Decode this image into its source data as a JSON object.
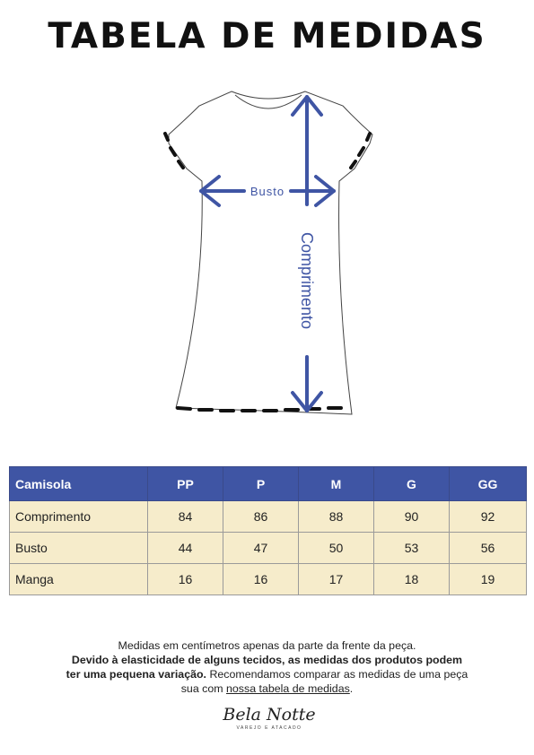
{
  "title": "TABELA DE MEDIDAS",
  "diagram": {
    "bust_label": "Busto",
    "length_label": "Comprimento",
    "arrow_color": "#3f55a4"
  },
  "table": {
    "header_color": "#3f55a4",
    "body_color": "#f6eccb",
    "columns": [
      "Camisola",
      "PP",
      "P",
      "M",
      "G",
      "GG"
    ],
    "rows": [
      {
        "label": "Comprimento",
        "values": [
          "84",
          "86",
          "88",
          "90",
          "92"
        ]
      },
      {
        "label": "Busto",
        "values": [
          "44",
          "47",
          "50",
          "53",
          "56"
        ]
      },
      {
        "label": "Manga",
        "values": [
          "16",
          "16",
          "17",
          "18",
          "19"
        ]
      }
    ]
  },
  "notes": {
    "line1": "Medidas em centímetros apenas da parte da frente da peça.",
    "line2": "Devido à elasticidade de alguns tecidos, as medidas dos produtos podem",
    "line3_bold": "ter uma pequena variação.",
    "line3_rest": " Recomendamos comparar as medidas de uma peça",
    "line4_a": "sua com ",
    "line4_ul": "nossa tabela de medidas",
    "line4_end": "."
  },
  "logo": {
    "name": "Bela Notte",
    "tagline": "VAREJO E ATACADO"
  }
}
